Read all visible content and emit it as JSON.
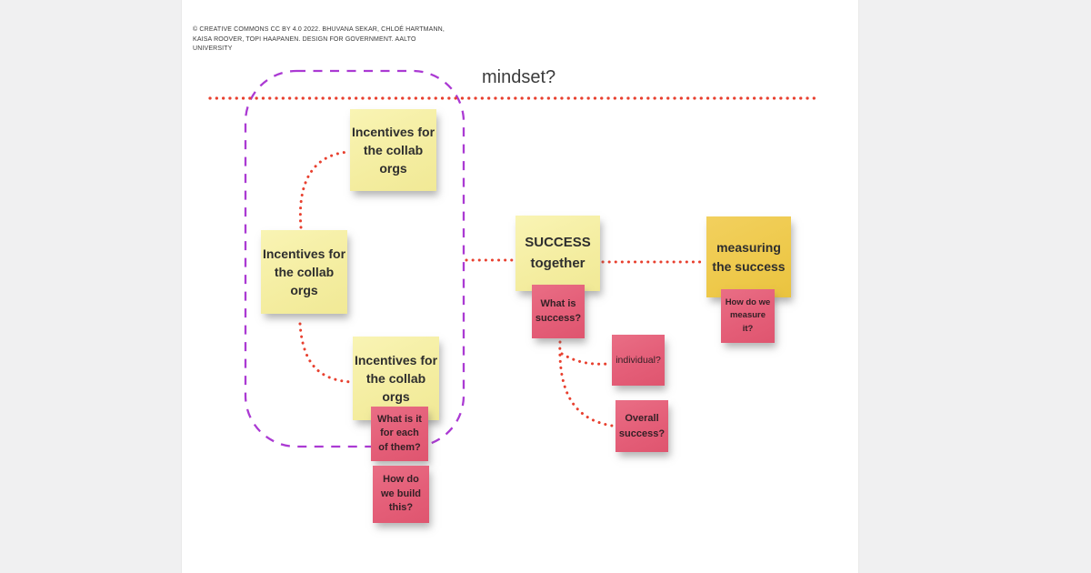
{
  "board": {
    "copyright": "© CREATIVE COMMONS CC BY 4.0 2022. BHUVANA SEKAR, CHLOÉ HARTMANN, KAISA ROOVER, TOPI HAAPANEN. DESIGN FOR GOVERNMENT. AALTO UNIVERSITY",
    "section_label": "mindset?"
  },
  "colors": {
    "connector_red": "#e8402f",
    "frame_purple": "#ab3ad3",
    "note_yellow": "#f4eda0",
    "note_gold": "#eec94b",
    "note_pink": "#e45e78",
    "canvas_white": "#ffffff",
    "page_background": "#f0f0f1"
  },
  "notes": [
    {
      "id": "incentives-top",
      "color": "yellow",
      "text": "Incentives for the collab orgs"
    },
    {
      "id": "incentives-left",
      "color": "yellow",
      "text": "Incentives for the collab orgs"
    },
    {
      "id": "incentives-bottom",
      "color": "yellow",
      "text": "Incentives for the collab orgs"
    },
    {
      "id": "what-is-it-for-each",
      "color": "pink",
      "text": "What is it for each of them?"
    },
    {
      "id": "how-do-we-build",
      "color": "pink",
      "text": "How do we build this?"
    },
    {
      "id": "success-together",
      "color": "yellow",
      "text": "SUCCESS together"
    },
    {
      "id": "what-is-success",
      "color": "pink",
      "text": "What is success?"
    },
    {
      "id": "measuring-the-success",
      "color": "gold",
      "text": "measuring the success"
    },
    {
      "id": "how-do-we-measure",
      "color": "pink",
      "text": "How do we measure it?"
    },
    {
      "id": "individual",
      "color": "pink",
      "text": "individual?"
    },
    {
      "id": "overall-success",
      "color": "pink",
      "text": "Overall success?"
    }
  ]
}
